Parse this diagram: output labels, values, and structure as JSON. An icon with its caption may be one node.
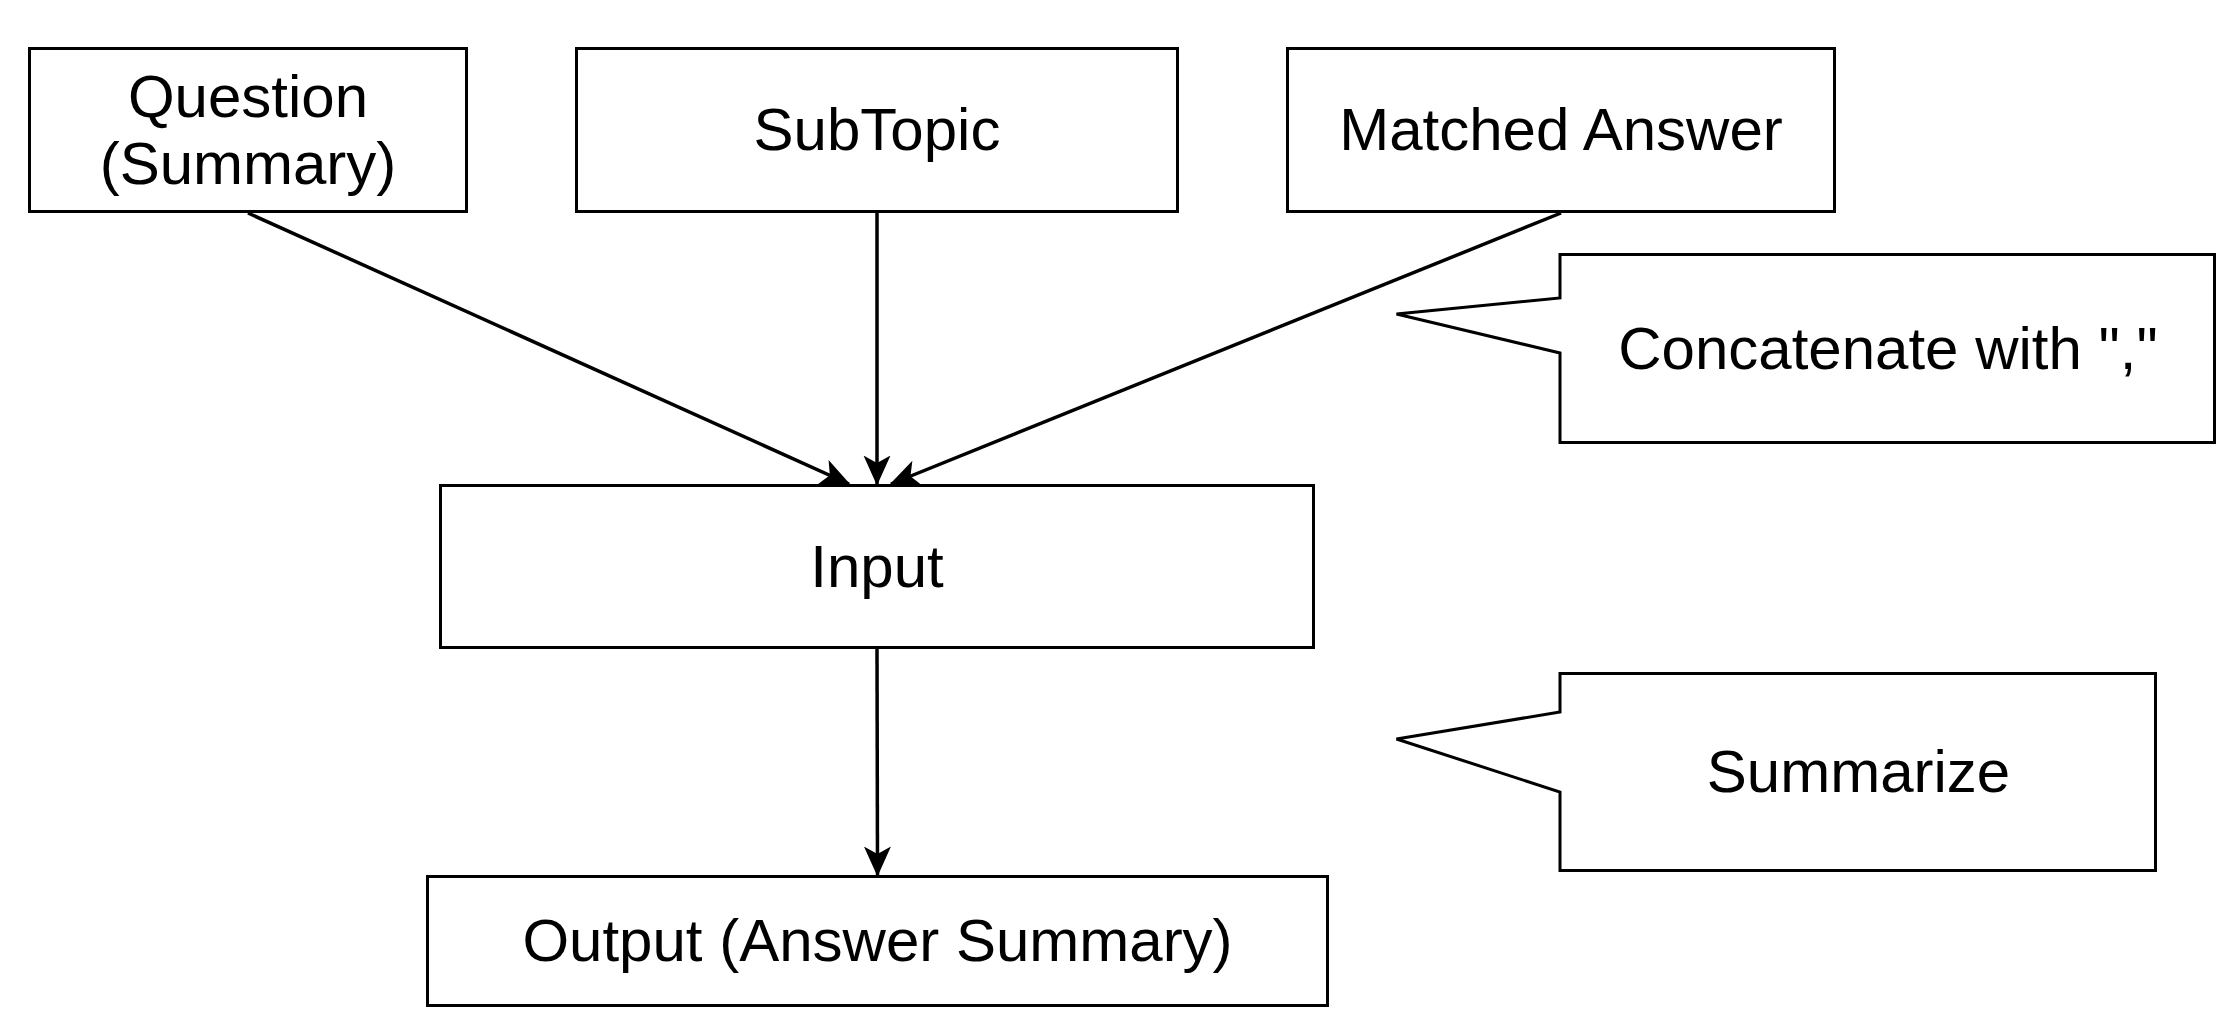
{
  "diagram": {
    "nodes": [
      {
        "text": [
          "Question (Summary)"
        ]
      },
      {
        "text": [
          "SubTopic"
        ]
      },
      {
        "text": [
          "Matched Answer"
        ]
      },
      {
        "text": [
          "Concatenate with \",\""
        ]
      },
      {
        "text": [
          "Input"
        ]
      },
      {
        "text": [
          "Summarize"
        ]
      },
      {
        "text": [
          "Output (Answer Summary)"
        ]
      }
    ],
    "edges": [
      {
        "from": 0,
        "to": 4,
        "arrow": "to"
      },
      {
        "from": 1,
        "to": 4,
        "arrow": "to"
      },
      {
        "from": 2,
        "to": 4,
        "arrow": "to"
      },
      {
        "from": 4,
        "to": 6,
        "arrow": "to"
      }
    ]
  }
}
